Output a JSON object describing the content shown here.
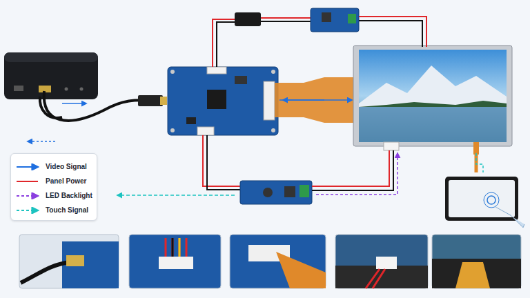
{
  "diagram": {
    "legend": [
      {
        "text": "Video Signal"
      },
      {
        "text": "Panel Power"
      },
      {
        "text": "LED Backlight"
      },
      {
        "text": "Touch Signal"
      }
    ]
  }
}
